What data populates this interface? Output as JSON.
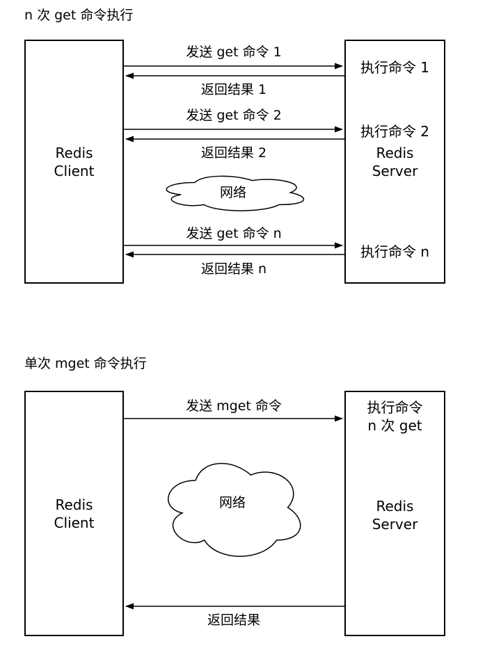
{
  "colors": {
    "stroke": "#000000",
    "background": "#ffffff"
  },
  "diagram1": {
    "title": "n 次 get 命令执行",
    "client": {
      "line1": "Redis",
      "line2": "Client"
    },
    "server": {
      "cmd1": "执行命令 1",
      "cmd2": "执行命令 2",
      "name_line1": "Redis",
      "name_line2": "Server",
      "cmdn": "执行命令 n"
    },
    "messages": {
      "send1": "发送 get 命令 1",
      "return1": "返回结果 1",
      "send2": "发送 get 命令 2",
      "return2": "返回结果 2",
      "sendn": "发送 get 命令 n",
      "returnn": "返回结果 n"
    },
    "cloud_label": "网络"
  },
  "diagram2": {
    "title": "单次 mget 命令执行",
    "client": {
      "line1": "Redis",
      "line2": "Client"
    },
    "server": {
      "cmd_line1": "执行命令",
      "cmd_line2": "n 次 get",
      "name_line1": "Redis",
      "name_line2": "Server"
    },
    "messages": {
      "send": "发送 mget 命令",
      "return": "返回结果"
    },
    "cloud_label": "网络"
  }
}
